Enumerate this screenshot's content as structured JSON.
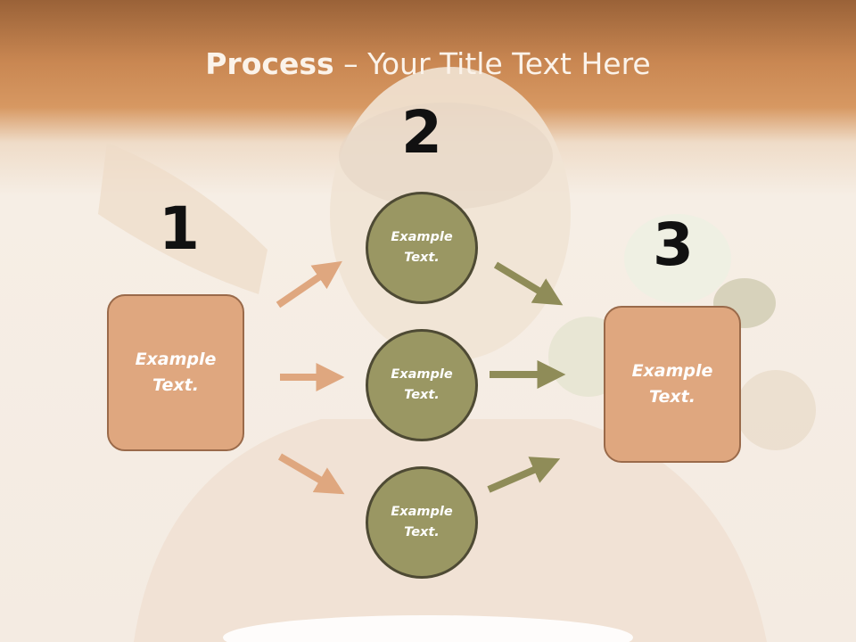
{
  "title": {
    "bold": "Process",
    "rest": " – Your Title Text Here"
  },
  "steps": [
    {
      "number": "1",
      "text": "Example\nText."
    },
    {
      "number": "2",
      "text": "Example\nText."
    },
    {
      "number": "3",
      "text": "Example\nText."
    }
  ],
  "circles": [
    {
      "text": "Example\nText."
    },
    {
      "text": "Example\nText."
    },
    {
      "text": "Example\nText."
    }
  ],
  "colors": {
    "box_fill": "#dfa77f",
    "circle_fill": "#9a9763",
    "arrow_left": "#dfa77f",
    "arrow_right": "#8f8c58",
    "header": "#c98752"
  }
}
